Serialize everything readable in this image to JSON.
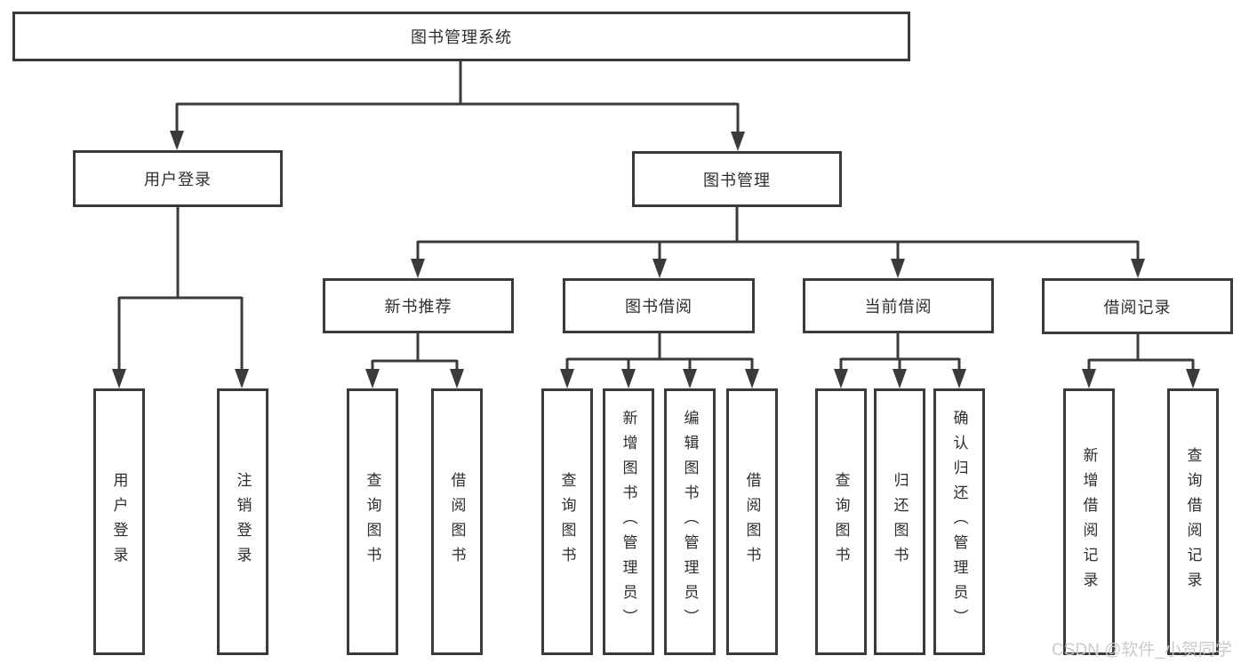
{
  "colors": {
    "line": "#3a3a3a",
    "text": "#2e2e2e",
    "watermark": "#cbcbcb",
    "background": "#ffffff"
  },
  "watermark": {
    "text": "CSDN @软件_小贺同学"
  },
  "tree": {
    "label": "图书管理系统",
    "children": [
      {
        "label": "用户登录",
        "children": [
          {
            "label": "用户登录"
          },
          {
            "label": "注销登录"
          }
        ]
      },
      {
        "label": "图书管理",
        "children": [
          {
            "label": "新书推荐",
            "children": [
              {
                "label": "查询图书"
              },
              {
                "label": "借阅图书"
              }
            ]
          },
          {
            "label": "图书借阅",
            "children": [
              {
                "label": "查询图书"
              },
              {
                "label": "新增图书（管理员）"
              },
              {
                "label": "编辑图书（管理员）"
              },
              {
                "label": "借阅图书"
              }
            ]
          },
          {
            "label": "当前借阅",
            "children": [
              {
                "label": "查询图书"
              },
              {
                "label": "归还图书"
              },
              {
                "label": "确认归还（管理员）"
              }
            ]
          },
          {
            "label": "借阅记录",
            "children": [
              {
                "label": "新增借阅记录"
              },
              {
                "label": "查询借阅记录"
              }
            ]
          }
        ]
      }
    ]
  }
}
